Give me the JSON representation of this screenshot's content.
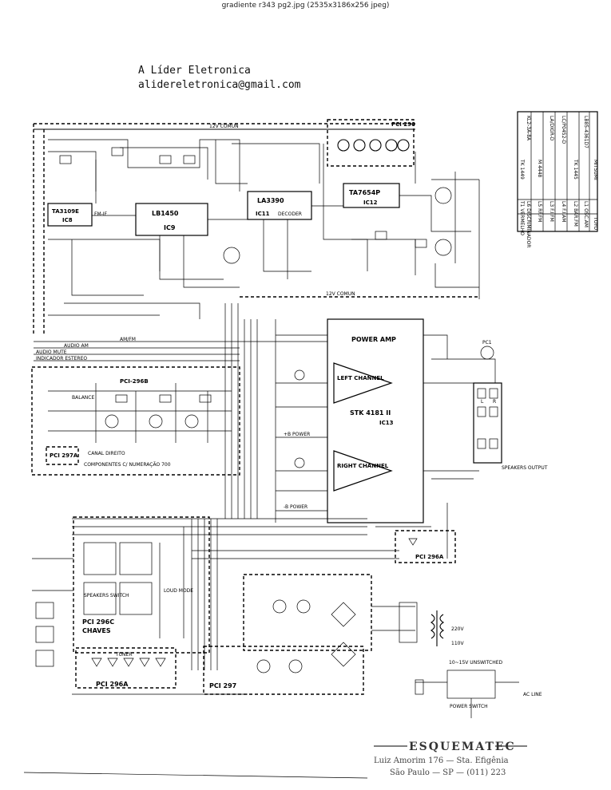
{
  "header": {
    "file_caption": "gradiente r343 pg2.jpg (2535x3186x256 jpeg)"
  },
  "brand": {
    "name": "A Líder Eletronica",
    "email": "alidereletronica@gmail.com"
  },
  "labels": {
    "rail_top": "12V COMUN",
    "rail_mid": "12V COMUN",
    "ic8": "IC8",
    "ic8_part": "TA3109E",
    "ic9": "IC9",
    "ic9_part": "LB1450",
    "ic11": "IC11",
    "ic11_part": "LA3390",
    "ic11_sub": "DECODER",
    "ic12": "IC12",
    "ic12_part": "TA7654P",
    "ic13": "IC13",
    "ic13_part": "STK 4181 II",
    "power_amp": "POWER AMP",
    "left_channel": "LEFT CHANNEL",
    "right_channel": "RIGHT CHANNEL",
    "pci296": "PCI 296",
    "pci296b": "PCI-296B",
    "pci297a": "PCI 297A",
    "pci296c": "PCI 296C",
    "chaves": "CHAVES",
    "pci296a": "PCI 296A",
    "pci296a_right": "PCI 296A",
    "pci297": "PCI 297",
    "canal_direito": "CANAL DIREITO",
    "componentes": "COMPONENTES C/ NUMERAÇÃO 700",
    "audio_mute": "AUDIO MUTE",
    "audio_am": "AUDIO AM",
    "indicador_estereo": "INDICADOR ESTEREO",
    "am_fm": "AM/FM",
    "balance": "BALANCE",
    "speakers": "SPEAKERS OUTPUT",
    "speakers_switch": "SPEAKERS SWITCH",
    "tuner": "TUNER",
    "loud_mode": "LOUD MODE",
    "ac_line": "AC LINE",
    "power_switch": "POWER SWITCH",
    "v220": "220V",
    "v110": "110V",
    "pc1": "PC1",
    "fm_if": "FM-IF",
    "vol_text": "10~15V UNSWITCHED",
    "plus_b_power": "+B POWER",
    "minus_b_power": "-B POWER",
    "speaker_l": "L",
    "speaker_r": "R"
  },
  "table": {
    "headers": [
      "TOYO",
      "MITSUMI"
    ],
    "rows": [
      [
        "L1 OSC.AM",
        "LB85-4361D7"
      ],
      [
        "L2 BAR.FM",
        "TK 1445"
      ],
      [
        "L4 F.I.AM",
        "LC/P0452-D"
      ],
      [
        "L3 F.I.FM",
        "LA/DIGR-D"
      ],
      [
        "L5 RF.FM",
        "M 4448"
      ],
      [
        "L6 DISCRIMINADOR",
        "KL2-3A-8A"
      ],
      [
        "T1 VERMELHO",
        "TK 1449"
      ]
    ]
  },
  "stamp": {
    "brand": "ESQUEMATEC",
    "line1": "Luiz Amorim 176 — Sta. Efigênia",
    "line2": "São Paulo — SP — (011) 223"
  }
}
